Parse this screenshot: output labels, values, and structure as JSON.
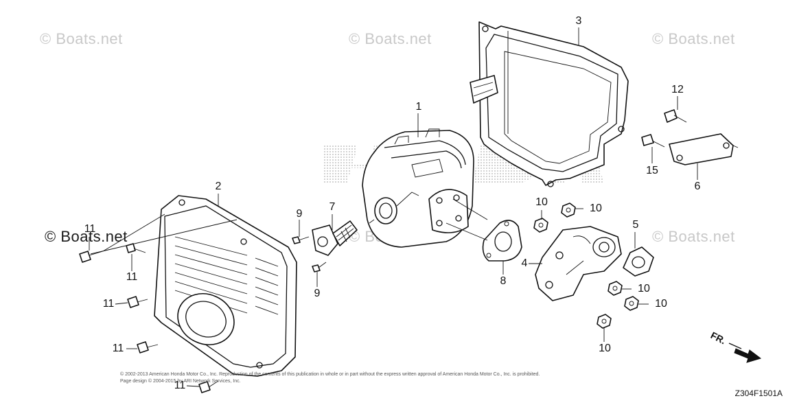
{
  "watermarks": [
    {
      "id": "wm-top-left",
      "text": "© Boats.net"
    },
    {
      "id": "wm-top-center",
      "text": "© Boats.net"
    },
    {
      "id": "wm-top-right",
      "text": "© Boats.net"
    },
    {
      "id": "wm-mid-left",
      "text": "© Boats.net"
    },
    {
      "id": "wm-mid-center",
      "text": "© Boats.net"
    },
    {
      "id": "wm-mid-right",
      "text": "© Boats.net"
    }
  ],
  "callouts": [
    "1",
    "2",
    "3",
    "4",
    "5",
    "6",
    "7",
    "8",
    "9",
    "9",
    "10",
    "10",
    "10",
    "10",
    "10",
    "11",
    "11",
    "11",
    "11",
    "11",
    "12",
    "15"
  ],
  "footer": {
    "copyright_line1": "© 2002-2013 American Honda Motor Co., Inc. Reproduction of the contents of this publication in whole or in part without the express written approval of American Honda Motor Co., Inc. is prohibited.",
    "copyright_line2": "Page design © 2004-2015 by ARI Network Services, Inc.",
    "diagram_code": "Z304F1501A"
  },
  "direction": {
    "label": "FR."
  },
  "colors": {
    "line": "#111111",
    "watermark": "#c8c8c8",
    "background": "#ffffff"
  }
}
